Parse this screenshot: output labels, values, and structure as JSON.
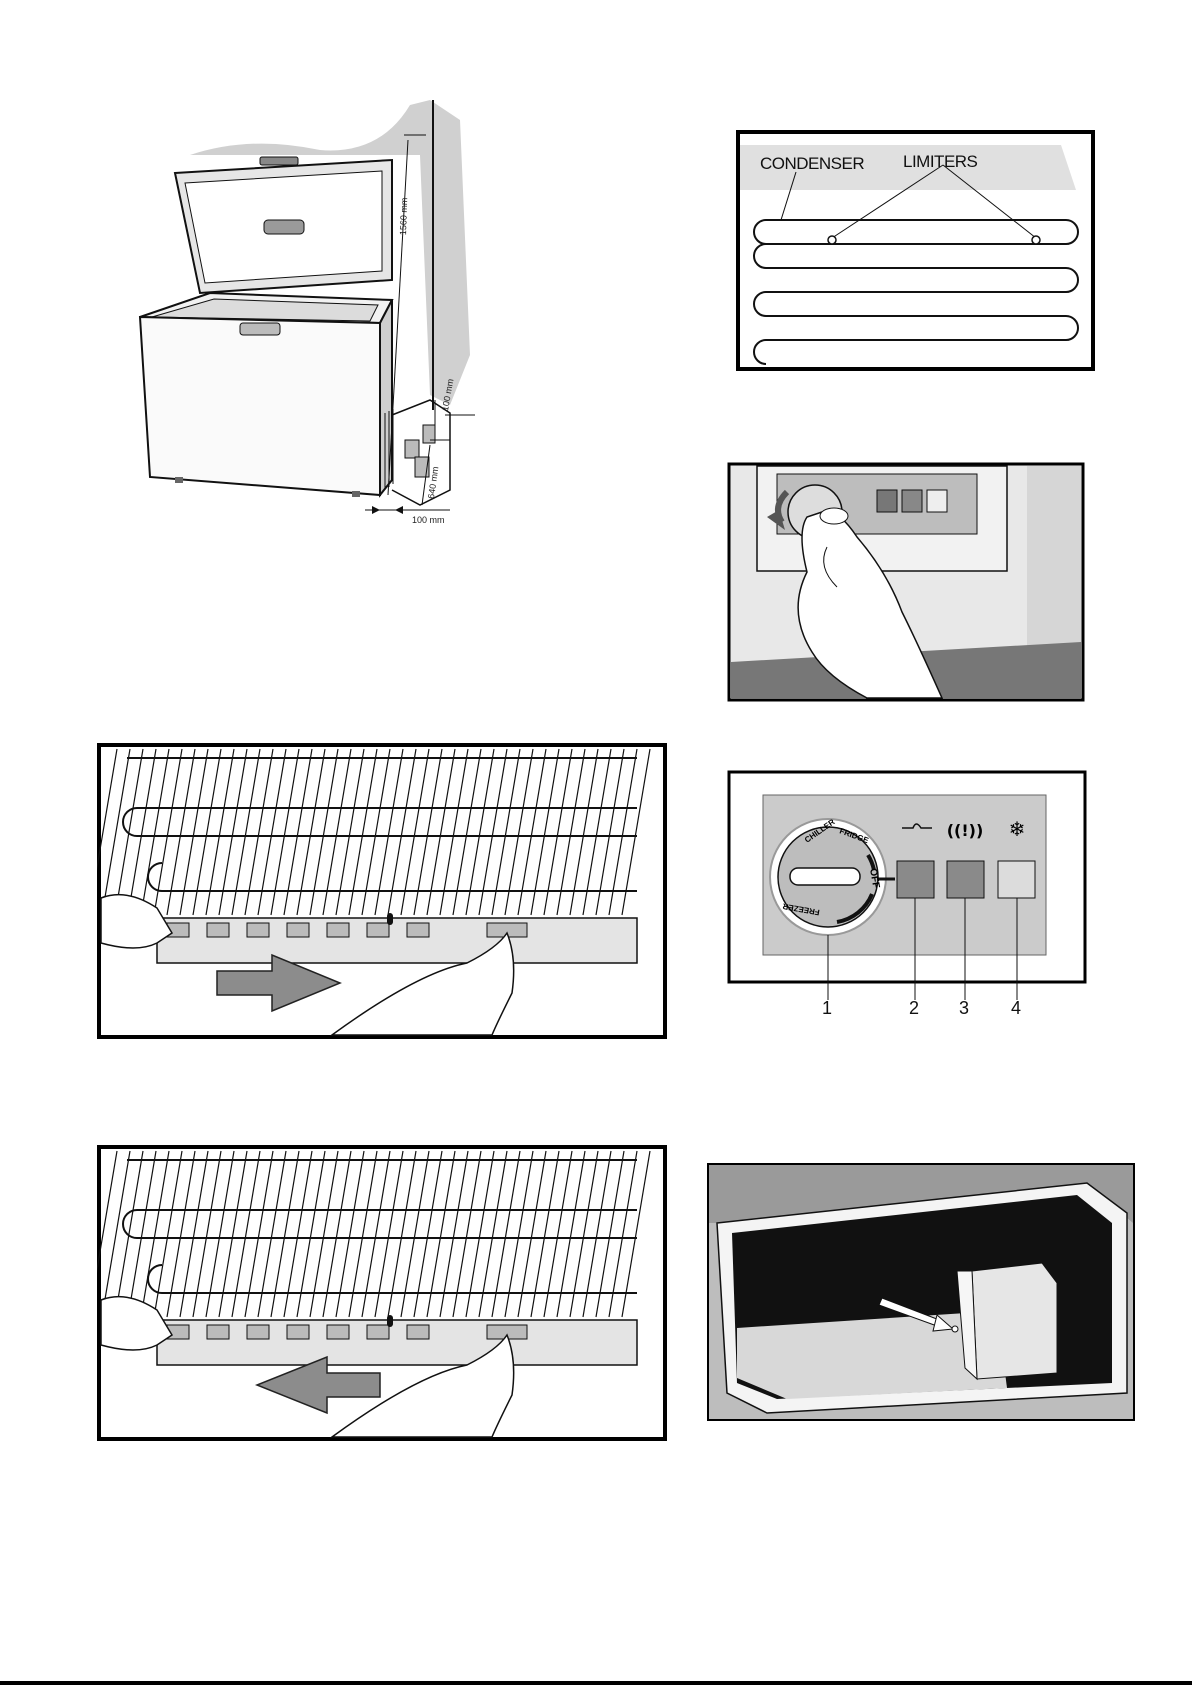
{
  "installation": {
    "dim_height": "1560 mm",
    "dim_top_gap": "100 mm",
    "dim_depth": "640 mm",
    "dim_back_gap": "100 mm"
  },
  "condenser_figure": {
    "condenser_label": "CONDENSER",
    "limiters_label": "LIMITERS"
  },
  "control_panel": {
    "dial_labels": [
      "CHILLER",
      "FRIDGE",
      "OFF",
      "FREEZER"
    ],
    "indicator_icons": [
      "power-wave-icon",
      "alarm-icon",
      "snowflake-icon"
    ],
    "callout_numbers": [
      "1",
      "2",
      "3",
      "4"
    ]
  },
  "drain_figures": {
    "arrow_right": "push-right-arrow",
    "arrow_left": "push-left-arrow"
  },
  "colors": {
    "ink": "#111111",
    "panel_grey": "#c8c8c8",
    "button_dark": "#8a8a8a",
    "button_light": "#dcdcdc"
  }
}
